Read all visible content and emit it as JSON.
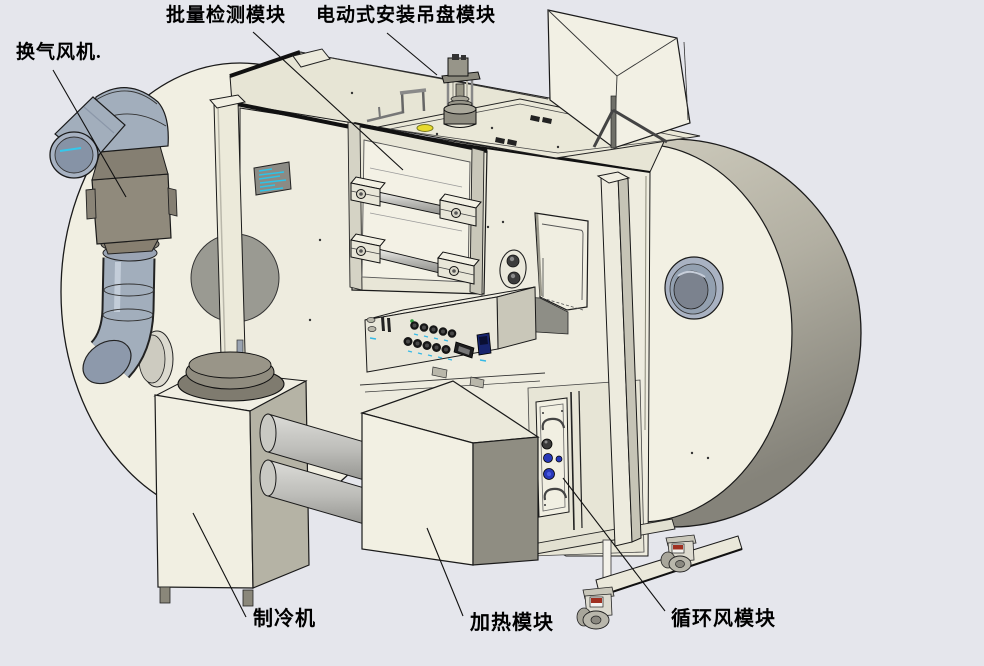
{
  "figure": {
    "type": "cad-assembly-diagram",
    "labels": {
      "ventilation_fan": "换气风机.",
      "batch_detection_module": "批量检测模块",
      "electric_hoist_module": "电动式安装吊盘模块",
      "chiller": "制冷机",
      "heating_module": "加热模块",
      "circulation_fan_module": "循环风模块"
    },
    "colors": {
      "background": "#e5e6ec",
      "machine_body": "#f1efe2",
      "deck": "#e7e5d5",
      "pipe_blue_gray": "#a2aebc",
      "fan_taupe": "#908a7c",
      "nameplate_text": "#2cc3e8",
      "indicator_yellow": "#e8da2e",
      "connector_blue": "#2838b8",
      "caster_sticker_red": "#a03020"
    }
  }
}
